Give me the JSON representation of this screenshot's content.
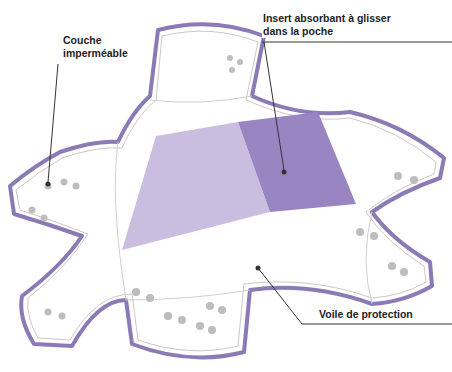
{
  "diagram": {
    "labels": [
      "Couche imperméable",
      "Insert absorbant à glisser dans la poche",
      "Voile de protection"
    ]
  }
}
